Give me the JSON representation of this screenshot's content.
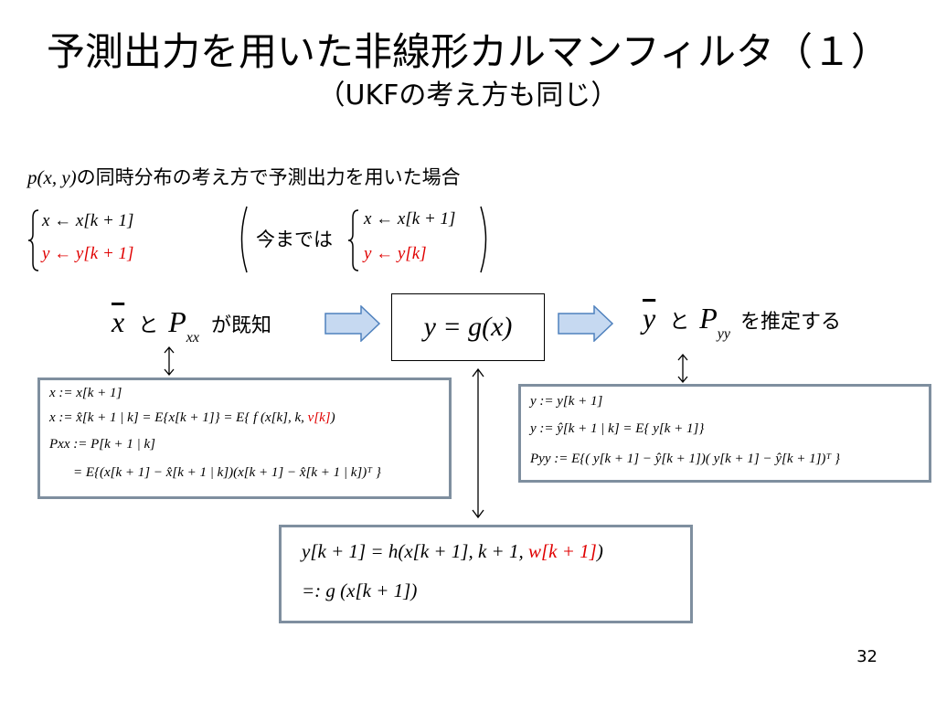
{
  "slide": {
    "title": "予測出力を用いた非線形カルマンフィルタ（１）",
    "subtitle": "（UKFの考え方も同じ）",
    "page_number": "32"
  },
  "intro": {
    "formula": "p(x, y)",
    "text": "の同時分布の考え方で予測出力を用いた場合"
  },
  "assign_left": {
    "line1": "x ← x[k + 1]",
    "line2": "y ← y[k + 1]"
  },
  "assign_right": {
    "prefix": "今までは",
    "line1": "x ← x[k + 1]",
    "line2": "y ← y[k]"
  },
  "known": {
    "xbar": "x",
    "to": "と",
    "P": "P",
    "P_sub": "xx",
    "suffix": "が既知"
  },
  "center_box": {
    "formula": "y = g(x)"
  },
  "estimate": {
    "ybar": "y",
    "to": "と",
    "P": "P",
    "P_sub": "yy",
    "suffix": "を推定する"
  },
  "left_box": {
    "line1": "x := x[k + 1]",
    "line2a": "x := x̂[k + 1 | k] = E{x[k + 1]} = E{ f (x[k], k, ",
    "line2_red": "v[k]",
    "line2b": ")",
    "line3": "Pxx := P[k + 1 | k]",
    "line4": "= E{(x[k + 1] − x̂[k + 1 | k])(x[k + 1] − x̂[k + 1 | k])ᵀ }"
  },
  "right_box": {
    "line1": "y := y[k + 1]",
    "line2": "y := ŷ[k + 1 | k] = E{ y[k + 1]}",
    "line3": "Pyy := E{( y[k + 1] − ŷ[k + 1])( y[k + 1] − ŷ[k + 1])ᵀ }"
  },
  "bottom_box": {
    "line1a": "y[k + 1] = h(x[k + 1], k + 1, ",
    "line1_red": "w[k + 1]",
    "line1b": ")",
    "line2": "=: g (x[k + 1])"
  },
  "colors": {
    "box_border": "#7f8f9f",
    "red": "#e00000",
    "arrow_fill": "#c6d9f1",
    "arrow_stroke": "#4f81bd"
  }
}
